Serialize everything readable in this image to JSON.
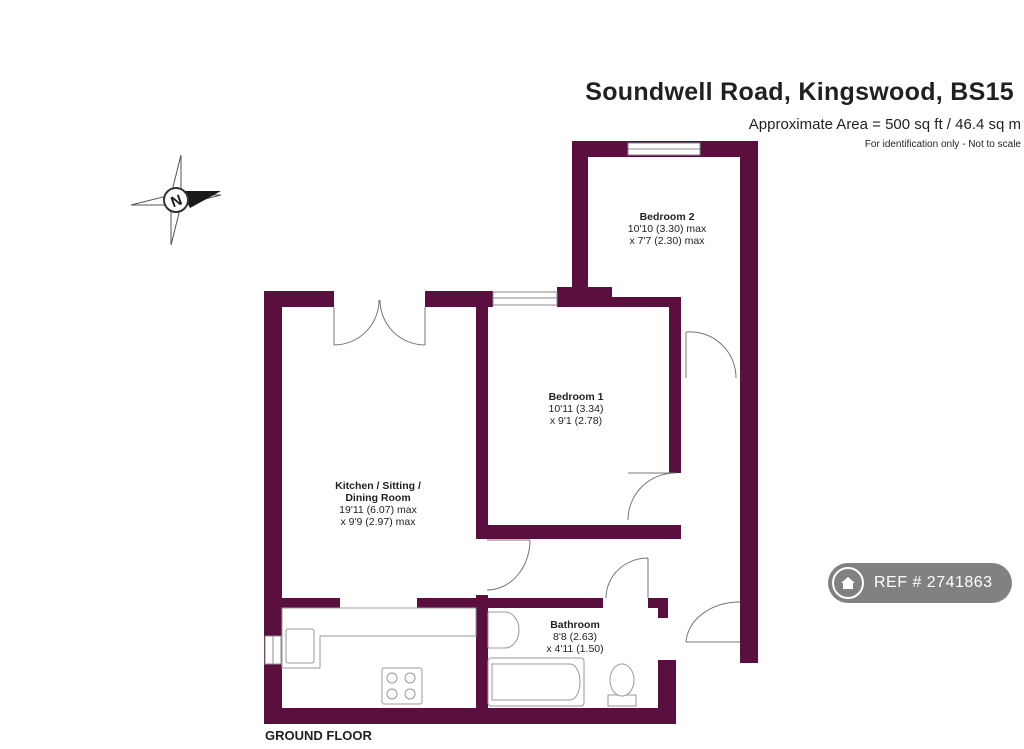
{
  "header": {
    "title": "Soundwell Road, Kingswood, BS15",
    "area": "Approximate Area = 500 sq ft / 46.4 sq m",
    "note": "For identification only - Not to scale"
  },
  "compass": {
    "letter": "N"
  },
  "rooms": {
    "bedroom2": {
      "name": "Bedroom 2",
      "dim1": "10'10 (3.30) max",
      "dim2": "x 7'7 (2.30) max"
    },
    "bedroom1": {
      "name": "Bedroom 1",
      "dim1": "10'11 (3.34)",
      "dim2": "x 9'1 (2.78)"
    },
    "kitchen": {
      "name_line1": "Kitchen / Sitting /",
      "name_line2": "Dining Room",
      "dim1": "19'11 (6.07) max",
      "dim2": "x 9'9 (2.97) max"
    },
    "bathroom": {
      "name": "Bathroom",
      "dim1": "8'8 (2.63)",
      "dim2": "x 4'11 (1.50)"
    }
  },
  "floor_label": "GROUND FLOOR",
  "watermark": {
    "text": "REF # 2741863",
    "icon": "home-icon"
  },
  "colors": {
    "wall": "#5b0f3f",
    "text": "#231f20",
    "fixture": "#8a8a8a"
  }
}
